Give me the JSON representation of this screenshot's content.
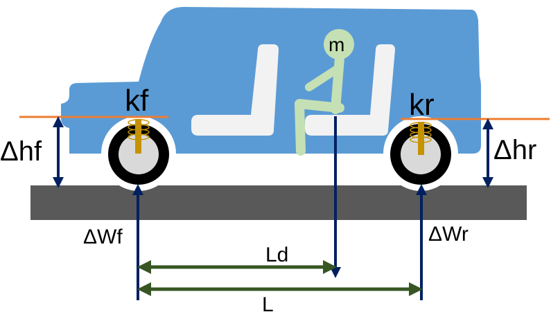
{
  "labels": {
    "front_stiffness": "kf",
    "rear_stiffness": "kr",
    "mass": "m",
    "front_height_change": "Δhf",
    "rear_height_change": "Δhr",
    "front_load_change": "ΔWf",
    "rear_load_change": "ΔWr",
    "mass_distance": "Ld",
    "wheelbase": "L"
  },
  "colors": {
    "body": "#5b9bd5",
    "ground": "#595959",
    "tire": "#000000",
    "rim": "#d9d9d9",
    "seat": "#f2f2f2",
    "driver": "#c5e0b4",
    "spring": "#c59200",
    "reference_line": "#ed7d31",
    "force_arrow": "#002060",
    "dimension_arrow": "#375623"
  }
}
